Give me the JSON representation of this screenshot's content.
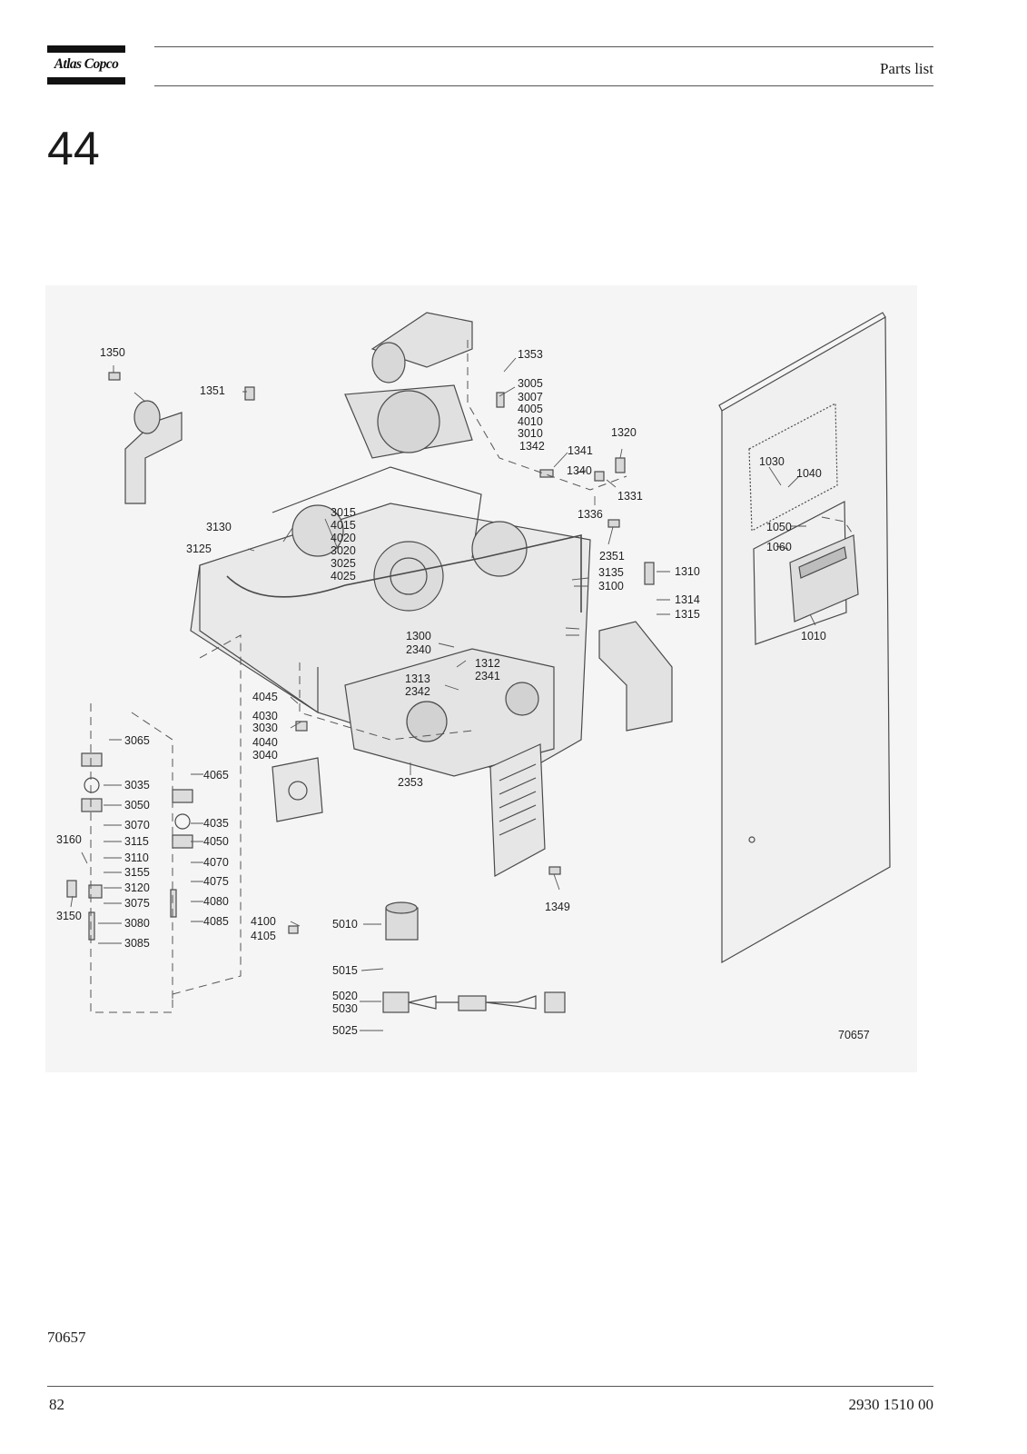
{
  "header": {
    "brand": "Atlas Copco",
    "title": "Parts list"
  },
  "section_number": "44",
  "figure": {
    "drawing_number": "70657",
    "callouts": [
      "1350",
      "1351",
      "1353",
      "3005",
      "3007",
      "4005",
      "4010",
      "3010",
      "1342",
      "1341",
      "1340",
      "1320",
      "1331",
      "1336",
      "2351",
      "3130",
      "3125",
      "3015",
      "4015",
      "4020",
      "3020",
      "3025",
      "4025",
      "3135",
      "3100",
      "1310",
      "1314",
      "1315",
      "1300",
      "2340",
      "1312",
      "2341",
      "1313",
      "2342",
      "1030",
      "1040",
      "1050",
      "1060",
      "1010",
      "4045",
      "4030",
      "3030",
      "4040",
      "3040",
      "2353",
      "3065",
      "3035",
      "3050",
      "3070",
      "3115",
      "3160",
      "3110",
      "3155",
      "3120",
      "3075",
      "3150",
      "3080",
      "3085",
      "4065",
      "4035",
      "4050",
      "4070",
      "4075",
      "4080",
      "4085",
      "4100",
      "4105",
      "5010",
      "5015",
      "5020",
      "5030",
      "5025",
      "1349"
    ]
  },
  "footer": {
    "drawing_ref": "70657",
    "page_number": "82",
    "doc_number": "2930 1510 00"
  }
}
